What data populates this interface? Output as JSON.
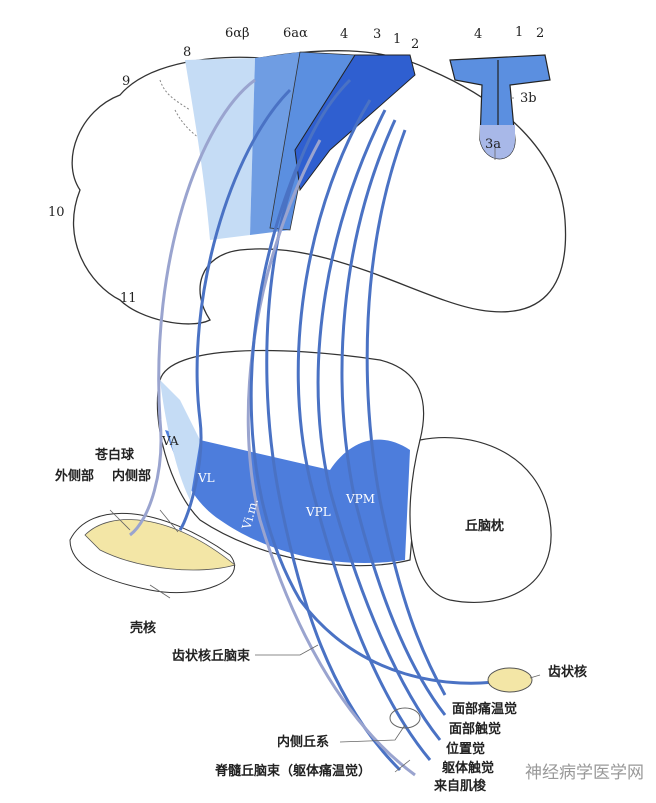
{
  "cortex_labels": {
    "area_6ab": "6αβ",
    "area_6aa": "6aα",
    "area_4": "4",
    "area_3": "3",
    "area_1": "1",
    "area_2": "2",
    "area_8": "8",
    "area_9": "9",
    "area_10": "10",
    "area_11": "11"
  },
  "inset_labels": {
    "area_4": "4",
    "area_1": "1",
    "area_2": "2",
    "area_3b": "3b",
    "area_3a": "3a"
  },
  "thalamus_labels": {
    "va": "VA",
    "vl": "VL",
    "vim": "Vi.m.",
    "vpl": "VPL",
    "vpm": "VPM",
    "pulvinar": "丘脑枕"
  },
  "basal_ganglia_labels": {
    "globus_pallidus": "苍白球",
    "lateral_part": "外侧部",
    "medial_part": "内侧部",
    "putamen": "壳核"
  },
  "tract_labels": {
    "dentatothalamic": "齿状核丘脑束",
    "dentate_nucleus": "齿状核",
    "face_pain_temp": "面部痛温觉",
    "face_touch": "面部触觉",
    "position": "位置觉",
    "body_touch": "躯体触觉",
    "muscle_spindle": "来自肌梭",
    "medial_lemniscus": "内侧丘系",
    "spinothalamic": "脊髓丘脑束（躯体痛温觉）"
  },
  "watermark": "神经病学医学网",
  "colors": {
    "light_blue": "#c5dcf5",
    "mid_blue": "#5b8fe0",
    "dark_blue": "#2f5fd0",
    "fiber": "#4a72c4",
    "pallidum": "#f3e6a6"
  }
}
